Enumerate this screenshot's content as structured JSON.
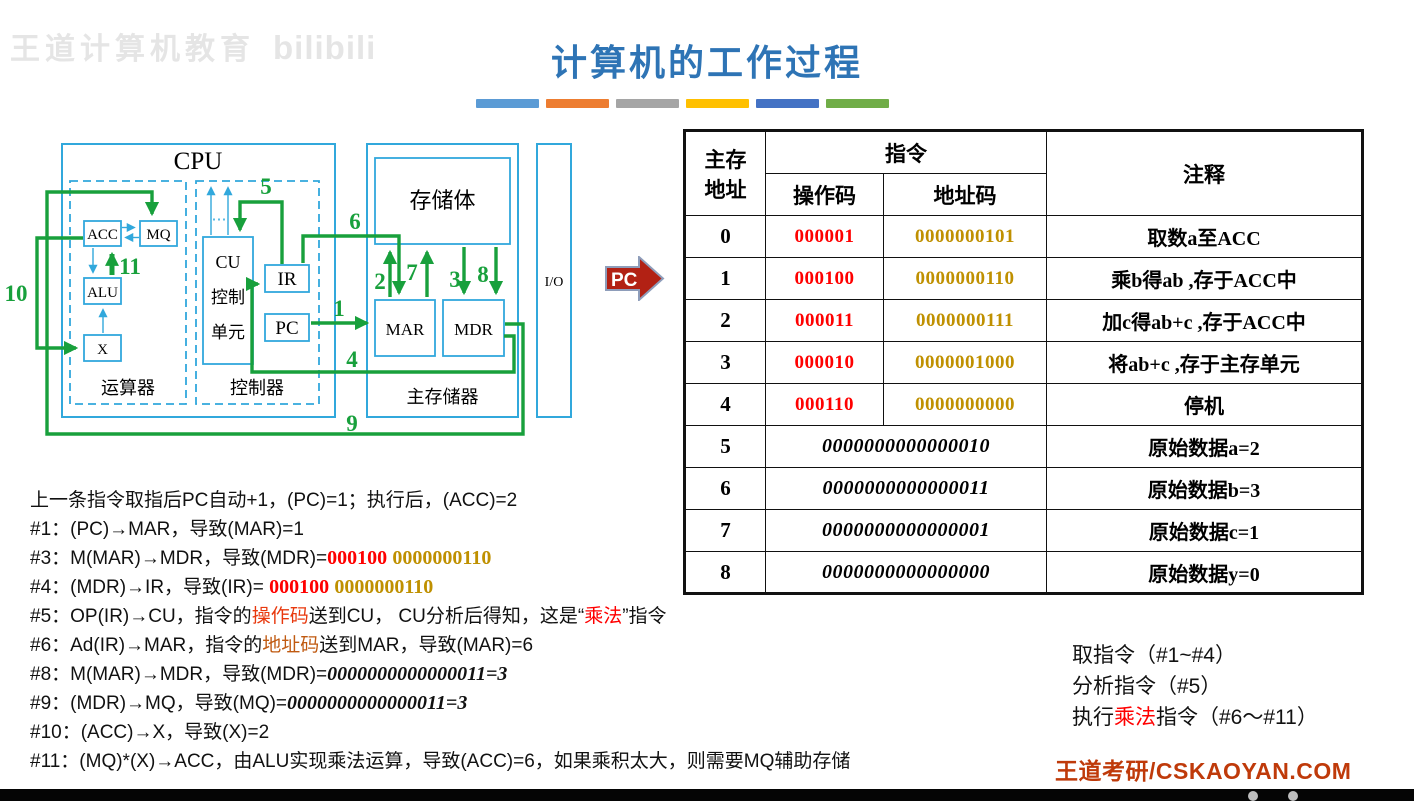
{
  "watermark": {
    "text": "王道计算机教育",
    "logo": "bilibili"
  },
  "title": {
    "text": "计算机的工作过程"
  },
  "colors": {
    "accent_title": "#2E74B5",
    "box_blue": "#31A8DC",
    "arrow_green": "#18A03C",
    "opcode_red": "#FF0000",
    "addrcode_olive": "#BF9000",
    "highlight_opcode": "#E8380D",
    "highlight_addrcode": "#C05A11",
    "highlight_multiply": "#FF0000",
    "brand_red": "#BF3A0A",
    "pc_pointer_red": "#B22114",
    "title_bars": [
      "#5B9BD5",
      "#ED7D31",
      "#A5A5A5",
      "#FFC000",
      "#4472C4",
      "#70AD47"
    ]
  },
  "diagram": {
    "cpu_label": "CPU",
    "alu_section_label": "运算器",
    "ctrl_section_label": "控制器",
    "acc": "ACC",
    "mq": "MQ",
    "alu": "ALU",
    "x": "X",
    "cu_line1": "CU",
    "cu_line2": "控制",
    "cu_line3": "单元",
    "ir": "IR",
    "pc": "PC",
    "main_mem_label": "主存储器",
    "storage_label": "存储体",
    "mar": "MAR",
    "mdr": "MDR",
    "io": "I/O",
    "dots": "⋯",
    "steps": {
      "s1": "1",
      "s2": "2",
      "s3": "3",
      "s4": "4",
      "s5": "5",
      "s6": "6",
      "s7": "7",
      "s8": "8",
      "s9": "9",
      "s10": "10",
      "s11": "11"
    },
    "pc_pointer": "PC"
  },
  "table": {
    "header": {
      "addr_l1": "主存",
      "addr_l2": "地址",
      "instr": "指令",
      "opcode": "操作码",
      "addr_code": "地址码",
      "comment": "注释"
    },
    "rows": [
      {
        "addr": "0",
        "op": "000001",
        "ad": "0000000101",
        "comment": "取数a至ACC"
      },
      {
        "addr": "1",
        "op": "000100",
        "ad": "0000000110",
        "comment": "乘b得ab ,存于ACC中"
      },
      {
        "addr": "2",
        "op": "000011",
        "ad": "0000000111",
        "comment": "加c得ab+c ,存于ACC中"
      },
      {
        "addr": "3",
        "op": "000010",
        "ad": "0000001000",
        "comment": "将ab+c ,存于主存单元"
      },
      {
        "addr": "4",
        "op": "000110",
        "ad": "0000000000",
        "comment": "停机"
      },
      {
        "addr": "5",
        "data": "0000000000000010",
        "comment": "原始数据a=2"
      },
      {
        "addr": "6",
        "data": "0000000000000011",
        "comment": "原始数据b=3"
      },
      {
        "addr": "7",
        "data": "0000000000000001",
        "comment": "原始数据c=1"
      },
      {
        "addr": "8",
        "data": "0000000000000000",
        "comment": "原始数据y=0"
      }
    ]
  },
  "notes": {
    "n0": "上一条指令取指后PC自动+1，(PC)=1；执行后，(ACC)=2",
    "n1": "#1：(PC)→MAR，导致(MAR)=1",
    "n3": {
      "pre": "#3：M(MAR)→MDR，导致(MDR)=",
      "op": "000100",
      "ad": "0000000110"
    },
    "n4": {
      "pre": "#4：(MDR)→IR，导致(IR)= ",
      "op": "000100",
      "ad": "0000000110"
    },
    "n5": {
      "p1": "#5：OP(IR)→CU，指令的",
      "hl": "操作码",
      "p2": "送到CU， CU分析后得知，这是“",
      "hl2": "乘法",
      "p3": "”指令"
    },
    "n6": {
      "p1": "#6：Ad(IR)→MAR，指令的",
      "hl": "地址码",
      "p2": "送到MAR，导致(MAR)=6"
    },
    "n8": {
      "pre": "#8：M(MAR)→MDR，导致(MDR)=",
      "bin": "0000000000000011=3"
    },
    "n9": {
      "pre": "#9：(MDR)→MQ，导致(MQ)=",
      "bin": "0000000000000011=3"
    },
    "n10": "#10：(ACC)→X，导致(X)=2",
    "n11": "#11：(MQ)*(X)→ACC，由ALU实现乘法运算，导致(ACC)=6，如果乘积太大，则需要MQ辅助存储"
  },
  "summary": {
    "l1": "取指令（#1~#4）",
    "l2": "分析指令（#5）",
    "l3_pre": "执行",
    "l3_hl": "乘法",
    "l3_post": "指令（#6～#11）"
  },
  "brand": "王道考研/CSKAOYAN.COM"
}
